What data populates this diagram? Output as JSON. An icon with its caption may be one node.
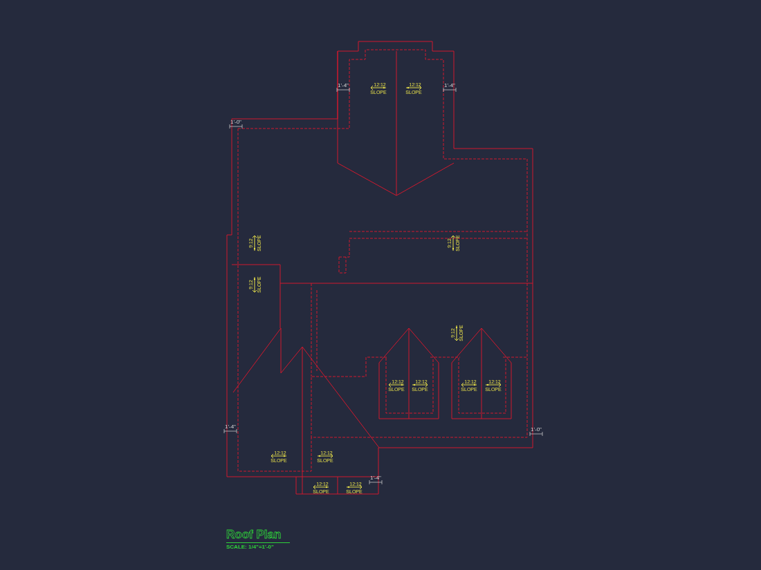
{
  "diagram": {
    "title": "Roof Plan",
    "caption": "SCALE: 1/4\"=1'-0\"",
    "labels": [
      "12:12",
      "SLOPE",
      "12:12",
      "SLOPE",
      "1'-4\"",
      "1'-4\"",
      "1'-0\"",
      "9:12",
      "SLOPE",
      "9:12",
      "SLOPE",
      "9:12",
      "SLOPE",
      "9:12",
      "SLOPE",
      "12:12",
      "SLOPE",
      "12:12",
      "SLOPE",
      "12:12",
      "SLOPE",
      "12:12",
      "SLOPE",
      "1'-4\"",
      "1'-0\"",
      "12:12",
      "SLOPE",
      "12:12",
      "SLOPE",
      "1'-4\"",
      "12:12",
      "SLOPE",
      "12:12",
      "SLOPE"
    ]
  }
}
